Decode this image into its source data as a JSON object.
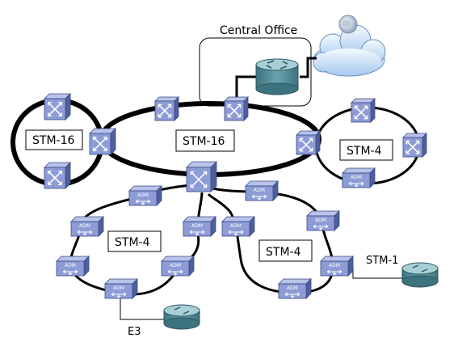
{
  "central_office": {
    "label": "Central Office"
  },
  "rings": {
    "left_label": "STM-16",
    "core_label": "STM-16",
    "right_label": "STM-4",
    "lower_left_label": "STM-4",
    "lower_right_label": "STM-4"
  },
  "links": {
    "stm1_label": "STM-1",
    "e3_label": "E3"
  },
  "adm_text": "ADM",
  "colors": {
    "device_face": "#8d9bd6",
    "device_top": "#b9c3ea",
    "device_side": "#4f5f9c",
    "router_body": "#4c8793",
    "router_top": "#a9cfd6",
    "cloud": "#dcecff",
    "line": "#000000"
  }
}
